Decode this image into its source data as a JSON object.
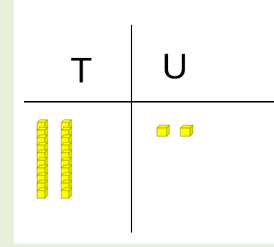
{
  "chart": {
    "headers": {
      "tens": "T",
      "units": "U"
    },
    "tens_rods": 2,
    "cubes_per_rod": 10,
    "unit_cubes": 2
  },
  "colors": {
    "background": "#e8f0dc",
    "panel": "#ffffff",
    "lines": "#000000",
    "block_fill": "#ffff00",
    "block_stroke": "#8a8a00"
  }
}
